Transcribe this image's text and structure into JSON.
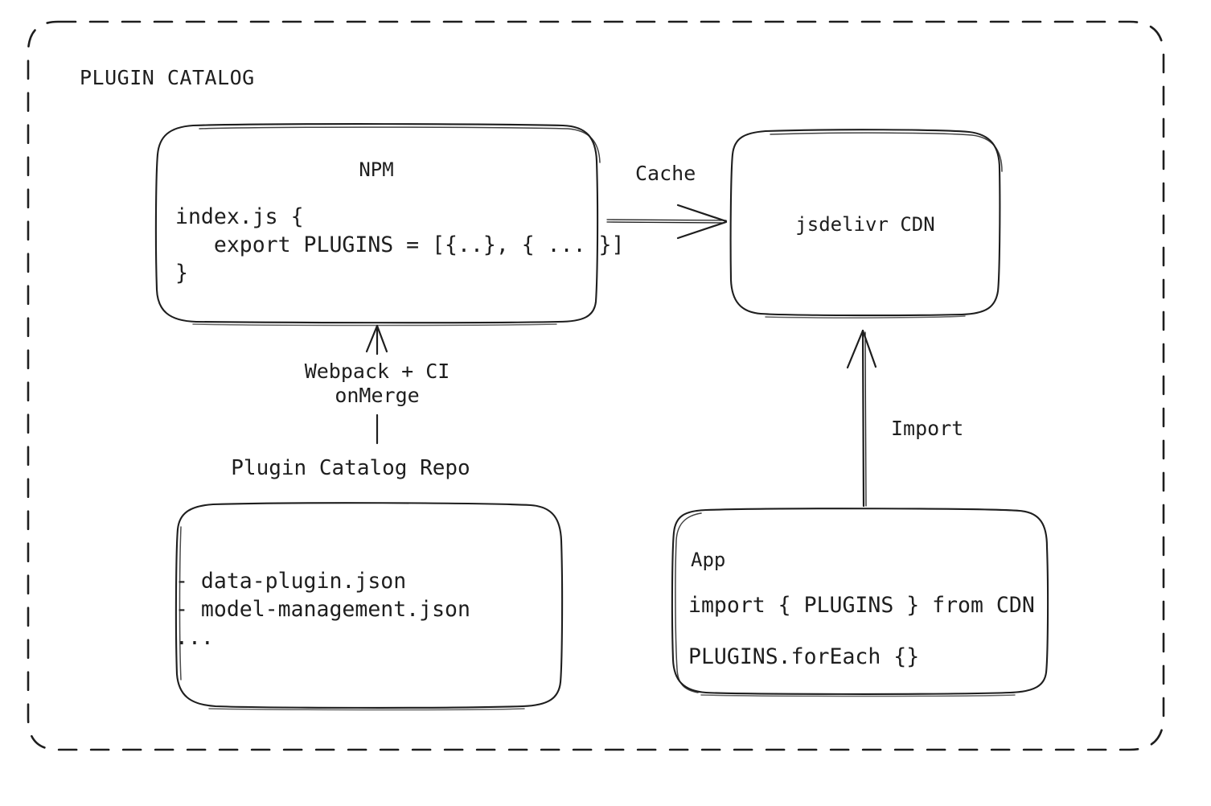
{
  "frame": {
    "title": "PLUGIN CATALOG",
    "style": "dashed-rounded-container"
  },
  "colors": {
    "stroke": "#1e1e1e",
    "background": "#ffffff"
  },
  "nodes": {
    "npm": {
      "title": "NPM",
      "code_lines": [
        "index.js {",
        "   export PLUGINS = [{..}, { ... }]",
        "}"
      ]
    },
    "cdn": {
      "title": "jsdelivr CDN"
    },
    "repo": {
      "caption": "Plugin Catalog Repo",
      "list_lines": [
        "- data-plugin.json",
        "- model-management.json",
        "..."
      ]
    },
    "app": {
      "title": "App",
      "code_lines": [
        "import { PLUGINS } from CDN",
        "PLUGINS.forEach {}"
      ]
    }
  },
  "edges": {
    "npm_to_cdn": {
      "label": "Cache",
      "from": "npm",
      "to": "cdn",
      "direction": "right"
    },
    "repo_to_npm": {
      "label_line1": "Webpack + CI",
      "label_line2": "onMerge",
      "from": "repo",
      "to": "npm",
      "direction": "up"
    },
    "app_to_cdn": {
      "label": "Import",
      "from": "app",
      "to": "cdn",
      "direction": "up"
    }
  }
}
